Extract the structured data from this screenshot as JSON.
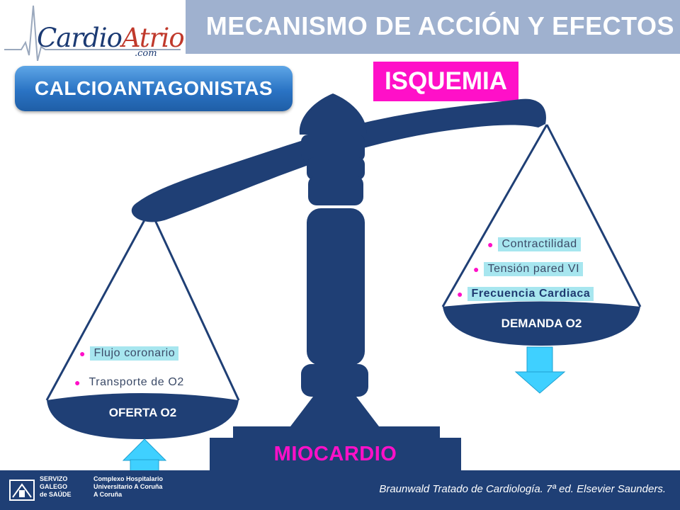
{
  "header": {
    "logo_text_main": "Cardio",
    "logo_text_accent": "Atrio",
    "logo_subtext": ".com",
    "title": "MECANISMO DE ACCIÓN Y EFECTOS"
  },
  "drug_label": "CALCIOANTAGONISTAS",
  "condition_label": "ISQUEMIA",
  "left_pan": {
    "label": "OFERTA O2",
    "items": [
      {
        "text": "Flujo coronario",
        "highlight": true
      },
      {
        "text": "Transporte de O2",
        "highlight": false
      }
    ]
  },
  "right_pan": {
    "label": "DEMANDA O2",
    "items": [
      {
        "text": "Contractilidad",
        "highlight": true
      },
      {
        "text": "Tensión pared VI",
        "highlight": true
      },
      {
        "text": "Frecuencia Cardiaca",
        "highlight": true,
        "bold": true
      }
    ]
  },
  "base_label": "MIOCARDIO",
  "footer": {
    "sergas_lines": [
      "SERVIZO",
      "GALEGO",
      "de SAÚDE"
    ],
    "hospital_lines": [
      "Complexo Hospitalario",
      "Universitario A Coruña",
      "A Coruña"
    ],
    "reference": "Braunwald Tratado de Cardiología. 7ª ed.   Elsevier Saunders."
  },
  "colors": {
    "scale": "#1f3f75",
    "magenta": "#ff10c8",
    "arrow_fill": "#3fd0ff",
    "header_band": "#9fb1cf"
  }
}
